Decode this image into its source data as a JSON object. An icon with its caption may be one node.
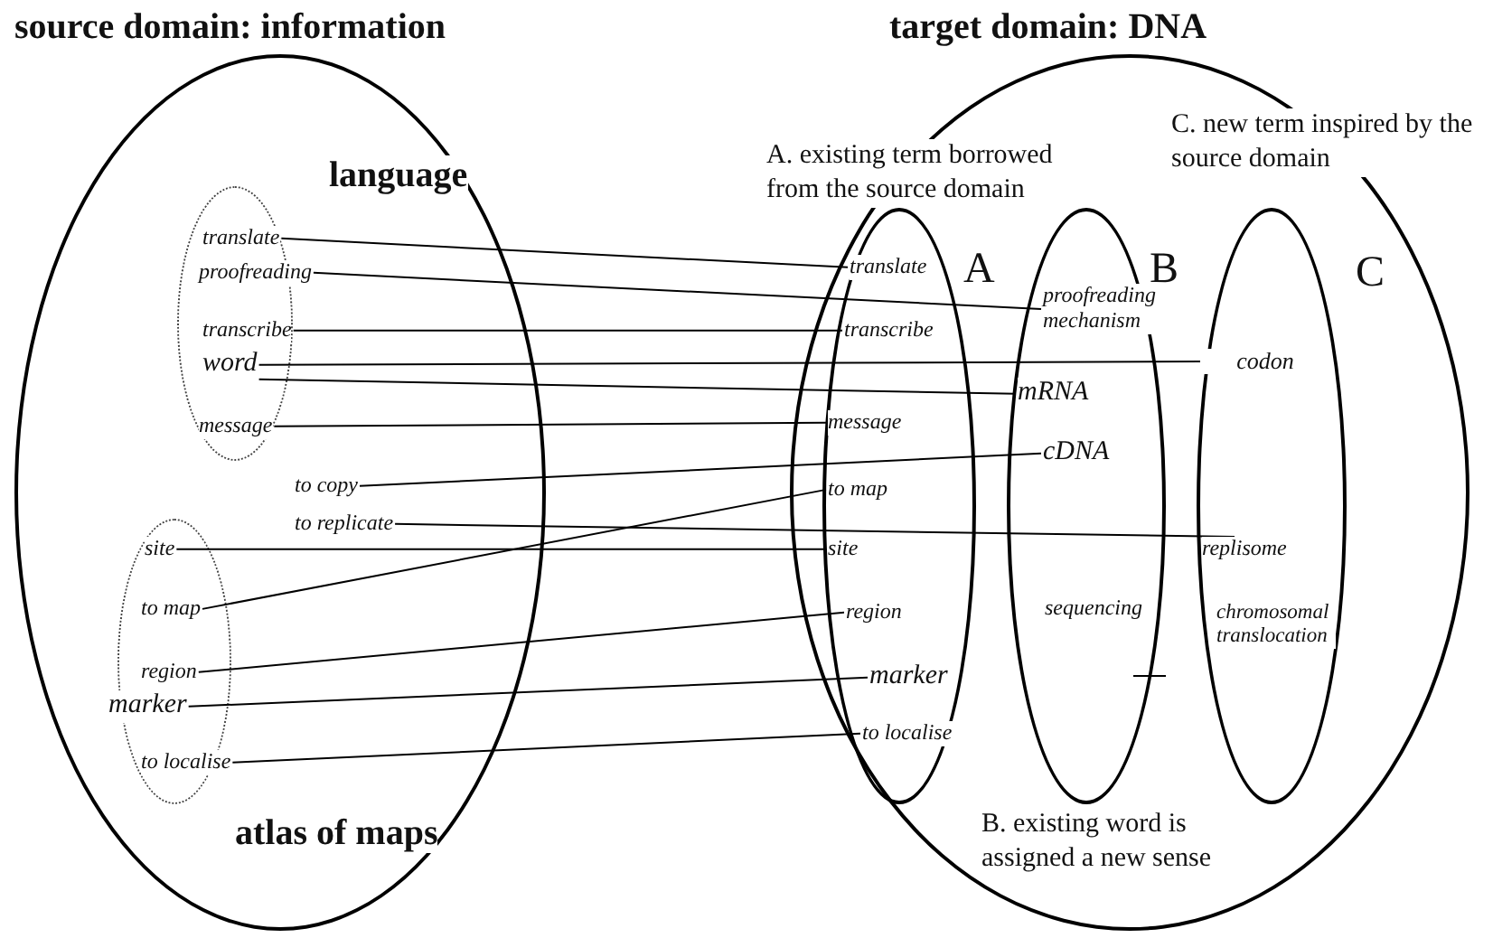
{
  "diagram": {
    "nodes": [
      {
        "text": [
          "source domain: information"
        ]
      },
      {
        "text": [
          "language"
        ],
        "in": 0
      },
      {
        "text": [
          "translate"
        ],
        "in": 1
      },
      {
        "text": [
          "proofreading"
        ],
        "in": 1
      },
      {
        "text": [
          "transcribe"
        ],
        "in": 1
      },
      {
        "text": [
          "word"
        ],
        "in": 1
      },
      {
        "text": [
          "message"
        ],
        "in": 1
      },
      {
        "text": [
          "to copy"
        ],
        "in": 0
      },
      {
        "text": [
          "to replicate"
        ],
        "in": 0
      },
      {
        "text": [
          "atlas of maps"
        ],
        "in": 0
      },
      {
        "text": [
          "site"
        ],
        "in": 9
      },
      {
        "text": [
          "to map"
        ],
        "in": 9
      },
      {
        "text": [
          "region"
        ],
        "in": 9
      },
      {
        "text": [
          "marker"
        ],
        "in": 9
      },
      {
        "text": [
          "to localise"
        ],
        "in": 9
      },
      {
        "text": [
          "target domain: DNA"
        ]
      },
      {
        "text": [
          "A"
        ],
        "in": 15
      },
      {
        "text": [
          "translate"
        ],
        "in": 16
      },
      {
        "text": [
          "transcribe"
        ],
        "in": 16
      },
      {
        "text": [
          "message"
        ],
        "in": 16
      },
      {
        "text": [
          "to map"
        ],
        "in": 16
      },
      {
        "text": [
          "site"
        ],
        "in": 16
      },
      {
        "text": [
          "region"
        ],
        "in": 16
      },
      {
        "text": [
          "marker"
        ],
        "in": 16
      },
      {
        "text": [
          "to localise"
        ],
        "in": 16
      },
      {
        "text": [
          "B"
        ],
        "in": 15
      },
      {
        "text": [
          "proofreading mechanism"
        ],
        "in": 25
      },
      {
        "text": [
          "mRNA"
        ],
        "in": 25
      },
      {
        "text": [
          "cDNA"
        ],
        "in": 25
      },
      {
        "text": [
          "sequencing"
        ],
        "in": 25
      },
      {
        "text": [
          "C"
        ],
        "in": 15
      },
      {
        "text": [
          "codon"
        ],
        "in": 30
      },
      {
        "text": [
          "replisome"
        ],
        "in": 30
      },
      {
        "text": [
          "chromosomal translocation"
        ],
        "in": 30
      }
    ],
    "edges": [
      {
        "from": 2,
        "to": 17,
        "arrow": "none"
      },
      {
        "from": 3,
        "to": 26,
        "arrow": "none"
      },
      {
        "from": 4,
        "to": 18,
        "arrow": "none"
      },
      {
        "from": 5,
        "to": 31,
        "arrow": "none"
      },
      {
        "from": 5,
        "to": 27,
        "arrow": "none"
      },
      {
        "from": 6,
        "to": 19,
        "arrow": "none"
      },
      {
        "from": 7,
        "to": 28,
        "arrow": "none"
      },
      {
        "from": 11,
        "to": 20,
        "arrow": "none"
      },
      {
        "from": 8,
        "to": 32,
        "arrow": "none"
      },
      {
        "from": 10,
        "to": 21,
        "arrow": "none"
      },
      {
        "from": 12,
        "to": 22,
        "arrow": "none"
      },
      {
        "from": 13,
        "to": 23,
        "arrow": "none"
      },
      {
        "from": 14,
        "to": 24,
        "arrow": "none"
      }
    ],
    "labels": [
      "A. existing term borrowed from the source domain",
      "C. new term inspired by the source domain",
      "B. existing word is assigned a new sense"
    ]
  }
}
